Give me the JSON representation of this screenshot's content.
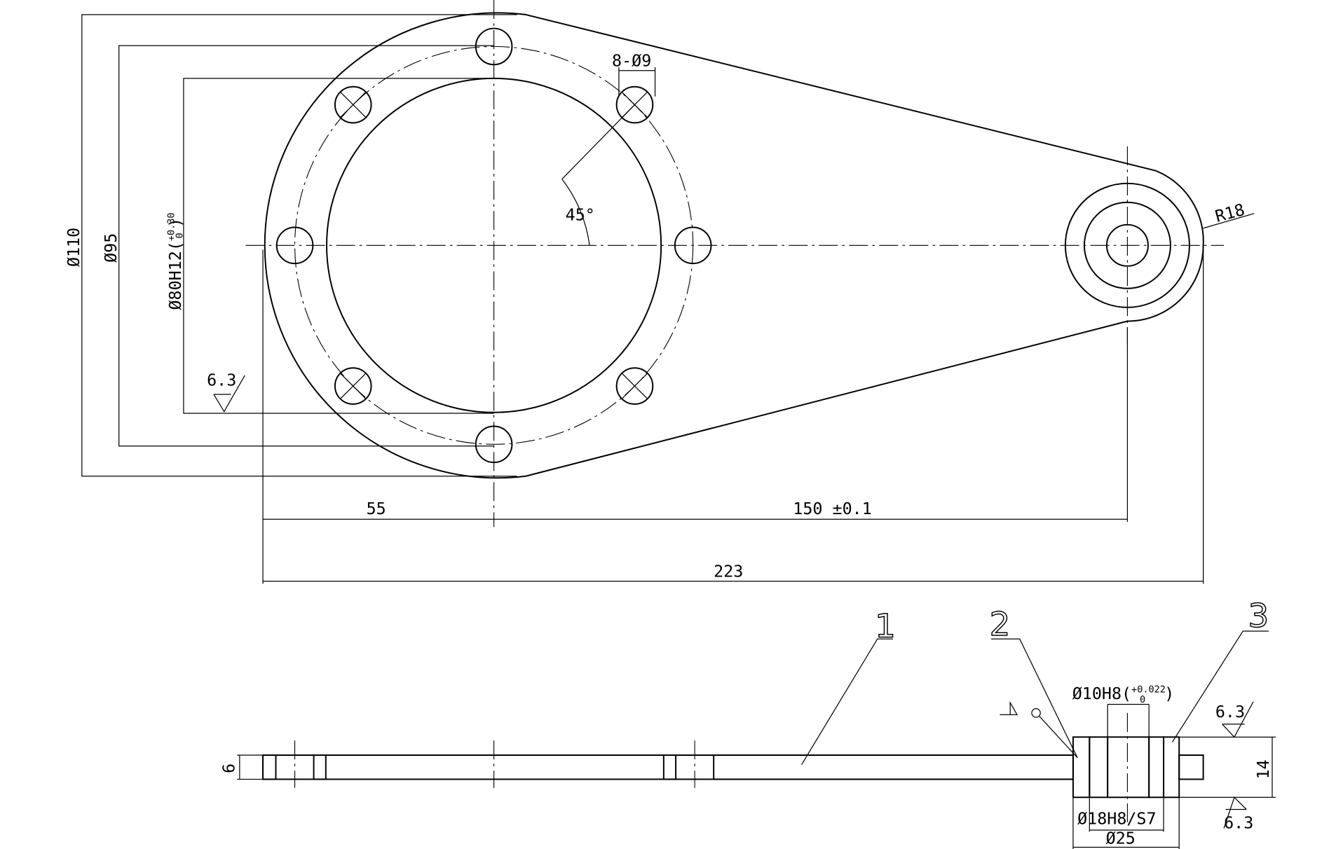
{
  "front_view": {
    "dia_outer": "Ø110",
    "dia_bolt_circle": "Ø95",
    "dia_bore": "Ø80H12(",
    "dia_bore_tol_upper": "+0.30",
    "dia_bore_tol_lower": "0",
    "dia_bore_close": ")",
    "holes": "8-Ø9",
    "angle": "45°",
    "radius": "R18",
    "roughness": "6.3",
    "dim_left": "55",
    "dim_center": "150 ±0.1",
    "dim_overall": "223"
  },
  "section_view": {
    "balloon_1": "1",
    "balloon_2": "2",
    "balloon_3": "3",
    "thickness": "6",
    "bush_bore": "Ø10H8(",
    "bush_bore_tol_upper": "+0.022",
    "bush_bore_tol_lower": "0",
    "bush_bore_close": ")",
    "bush_fit": "Ø18H8/S7",
    "bush_outer": "Ø25",
    "bush_height": "14",
    "roughness_top": "6.3",
    "roughness_bottom": "6.3"
  }
}
